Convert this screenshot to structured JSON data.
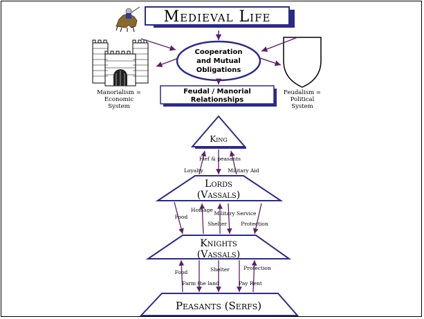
{
  "title": "Medieval Life",
  "center_oval": {
    "line1": "Cooperation",
    "line2": "and Mutual",
    "line3": "Obligations"
  },
  "center_box": {
    "line1": "Feudal / Manorial",
    "line2": "Relationships"
  },
  "left_caption": {
    "line1": "Manorialism =",
    "line2": "Economic",
    "line3": "System"
  },
  "right_caption": {
    "line1": "Feudalism =",
    "line2": "Political",
    "line3": "System"
  },
  "tiers": {
    "king": "King",
    "lords_line1": "Lords",
    "lords_line2": "(Vassals)",
    "knights_line1": "Knights",
    "knights_line2": "(Vassals)",
    "peasants": "Peasants (Serfs)"
  },
  "arrows": {
    "king_lords": {
      "fief": "Fief & peasants",
      "loyalty": "Loyalty",
      "military_aid": "Military Aid"
    },
    "lords_knights": {
      "food": "Food",
      "homage": "Homage",
      "military_service": "Military Service",
      "shelter": "Shelter",
      "protection": "Protection"
    },
    "knights_peasants": {
      "food": "Food",
      "shelter": "Shelter",
      "protection": "Protection",
      "farm": "Farm the land",
      "pay_rent": "Pay Rent"
    }
  },
  "colors": {
    "accent": "#3a2a8c",
    "arrow": "#5a1f6a",
    "outline": "#000000"
  }
}
